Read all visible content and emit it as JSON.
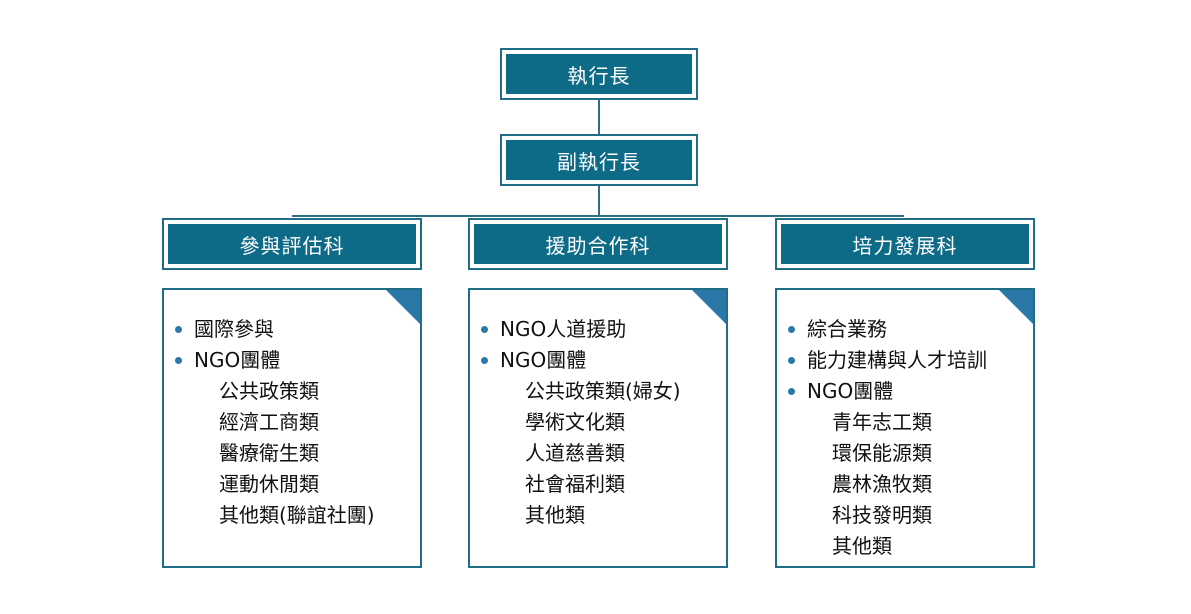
{
  "ceo": "執行長",
  "deputy": "副執行長",
  "departments": [
    {
      "name": "參與評估科",
      "items": [
        {
          "text": "國際參與",
          "level": 1
        },
        {
          "text": "NGO團體",
          "level": 1
        },
        {
          "text": "公共政策類",
          "level": 2
        },
        {
          "text": "經濟工商類",
          "level": 2
        },
        {
          "text": "醫療衛生類",
          "level": 2
        },
        {
          "text": "運動休閒類",
          "level": 2
        },
        {
          "text": "其他類(聯誼社團)",
          "level": 2
        }
      ]
    },
    {
      "name": "援助合作科",
      "items": [
        {
          "text": "NGO人道援助",
          "level": 1
        },
        {
          "text": "NGO團體",
          "level": 1
        },
        {
          "text": "公共政策類(婦女)",
          "level": 2
        },
        {
          "text": "學術文化類",
          "level": 2
        },
        {
          "text": "人道慈善類",
          "level": 2
        },
        {
          "text": "社會福利類",
          "level": 2
        },
        {
          "text": "其他類",
          "level": 2
        }
      ]
    },
    {
      "name": "培力發展科",
      "items": [
        {
          "text": "綜合業務",
          "level": 1
        },
        {
          "text": "能力建構與人才培訓",
          "level": 1
        },
        {
          "text": "NGO團體",
          "level": 1
        },
        {
          "text": "青年志工類",
          "level": 2
        },
        {
          "text": "環保能源類",
          "level": 2
        },
        {
          "text": "農林漁牧類",
          "level": 2
        },
        {
          "text": "科技發明類",
          "level": 2
        },
        {
          "text": "其他類",
          "level": 2
        }
      ]
    }
  ],
  "colors": {
    "box_fill": "#0e6b88",
    "border": "#1f6d86",
    "accent": "#2a78a8"
  }
}
